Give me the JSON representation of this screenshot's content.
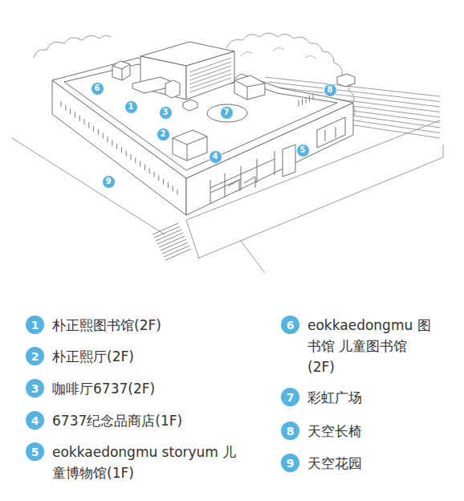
{
  "diagram": {
    "nodes": [
      {
        "text": [
          "6"
        ]
      },
      {
        "text": [
          "8"
        ]
      },
      {
        "text": [
          "1"
        ]
      },
      {
        "text": [
          "3"
        ]
      },
      {
        "text": [
          "7"
        ]
      },
      {
        "text": [
          "2"
        ]
      },
      {
        "text": [
          "5"
        ]
      },
      {
        "text": [
          "4"
        ]
      },
      {
        "text": [
          "9"
        ]
      },
      {
        "text": [
          "1",
          "朴正熙图书馆(2F)"
        ]
      },
      {
        "text": [
          "2",
          "朴正熙厅(2F)"
        ]
      },
      {
        "text": [
          "3",
          "咖啡厅6737(2F)"
        ]
      },
      {
        "text": [
          "4",
          "6737纪念品商店(1F)"
        ]
      },
      {
        "text": [
          "5",
          "eokkaedongmu storyum 儿童博物馆(1F)"
        ]
      },
      {
        "text": [
          "6",
          "eokkaedongmu 图书馆 儿童图书馆(2F)"
        ]
      },
      {
        "text": [
          "7",
          "彩虹广场"
        ]
      },
      {
        "text": [
          "8",
          "天空长椅"
        ]
      },
      {
        "text": [
          "9",
          "天空花园"
        ]
      }
    ]
  }
}
